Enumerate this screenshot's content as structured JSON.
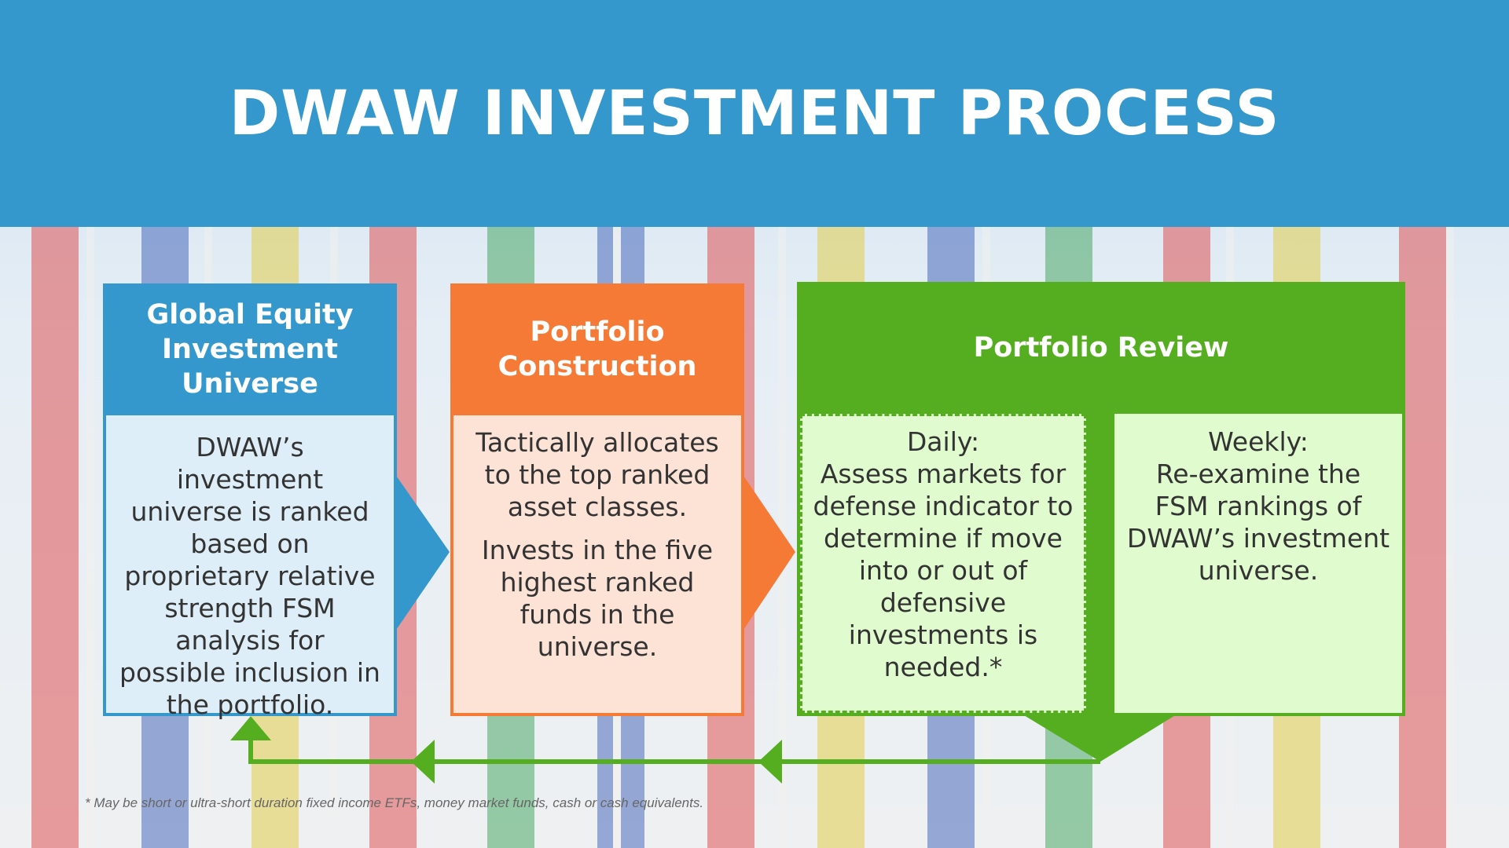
{
  "title": "DWAW INVESTMENT PROCESS",
  "steps": [
    {
      "heading": "Global Equity Investment Universe",
      "body": [
        "DWAW’s investment universe is ranked based on proprietary relative strength FSM analysis for possible inclusion in the portfolio."
      ],
      "color": "#3498cc",
      "fill": "#deeef8"
    },
    {
      "heading": "Portfolio Construction",
      "body": [
        "Tactically allocates to the top ranked asset classes.",
        "Invests in the five highest ranked funds in the universe."
      ],
      "color": "#f47a36",
      "fill": "#fde2d6"
    },
    {
      "heading": "Portfolio Review",
      "color": "#55ae1f",
      "fill": "#e0fccf",
      "daily": {
        "label": "Daily:",
        "text": "Assess markets for defense indicator to determine if move into or out of defensive investments is needed.*"
      },
      "weekly": {
        "label": "Weekly:",
        "text": "Re-examine the FSM rankings of DWAW’s investment universe."
      }
    }
  ],
  "footnote": "* May be short or ultra-short duration fixed income ETFs, money market funds, cash or cash equivalents."
}
